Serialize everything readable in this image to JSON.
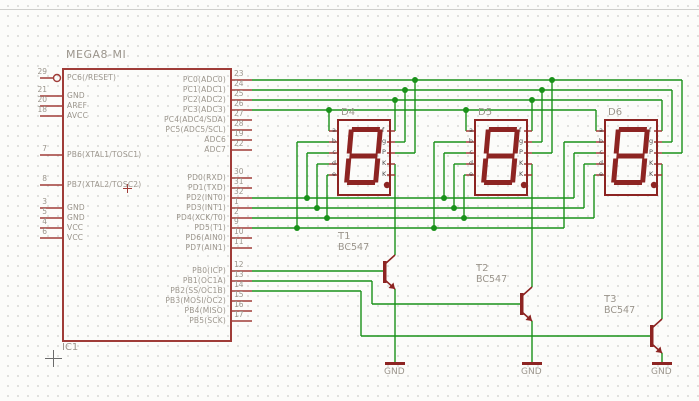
{
  "ic": {
    "name": "MEGA8-MI",
    "ref": "IC1",
    "left_pins": [
      {
        "num": "29",
        "label": "PC6(/RESET)"
      },
      {
        "num": "21",
        "label": "GND"
      },
      {
        "num": "20",
        "label": "AREF"
      },
      {
        "num": "18",
        "label": "AVCC"
      },
      {
        "num": "7",
        "label": "PB6(XTAL1/TOSC1)"
      },
      {
        "num": "8",
        "label": "PB7(XTAL2/TOSC2)"
      },
      {
        "num": "3",
        "label": "GND"
      },
      {
        "num": "5",
        "label": "GND"
      },
      {
        "num": "4",
        "label": "VCC"
      },
      {
        "num": "6",
        "label": "VCC"
      }
    ],
    "right_pins": [
      {
        "num": "23",
        "label": "PC0(ADC0)"
      },
      {
        "num": "24",
        "label": "PC1(ADC1)"
      },
      {
        "num": "25",
        "label": "PC2(ADC2)"
      },
      {
        "num": "26",
        "label": "PC3(ADC3)"
      },
      {
        "num": "27",
        "label": "PC4(ADC4/SDA)"
      },
      {
        "num": "28",
        "label": "PC5(ADC5/SCL)"
      },
      {
        "num": "19",
        "label": "ADC6"
      },
      {
        "num": "22",
        "label": "ADC7"
      },
      {
        "num": "30",
        "label": "PD0(RXD)"
      },
      {
        "num": "31",
        "label": "PD1(TXD)"
      },
      {
        "num": "32",
        "label": "PD2(INT0)"
      },
      {
        "num": "1",
        "label": "PD3(INT1)"
      },
      {
        "num": "2",
        "label": "PD4(XCK/T0)"
      },
      {
        "num": "9",
        "label": "PD5(T1)"
      },
      {
        "num": "10",
        "label": "PD6(AIN0)"
      },
      {
        "num": "11",
        "label": "PD7(AIN1)"
      },
      {
        "num": "12",
        "label": "PB0(ICP)"
      },
      {
        "num": "13",
        "label": "PB1(OC1A)"
      },
      {
        "num": "14",
        "label": "PB2(SS/OC1B)"
      },
      {
        "num": "15",
        "label": "PB3(MOSI/OC2)"
      },
      {
        "num": "16",
        "label": "PB4(MISO)"
      },
      {
        "num": "17",
        "label": "PB5(SCK)"
      }
    ]
  },
  "displays": [
    {
      "ref": "D4",
      "left_pin_labels": [
        "a",
        "b",
        "c",
        "d",
        "e"
      ],
      "right_pin_labels": [
        "f",
        "g",
        "P",
        "K",
        "K"
      ]
    },
    {
      "ref": "D5",
      "left_pin_labels": [
        "a",
        "b",
        "c",
        "d",
        "e"
      ],
      "right_pin_labels": [
        "f",
        "g",
        "P",
        "K",
        "K"
      ]
    },
    {
      "ref": "D6",
      "left_pin_labels": [
        "a",
        "b",
        "c",
        "d",
        "e"
      ],
      "right_pin_labels": [
        "f",
        "g",
        "P",
        "K",
        "K"
      ]
    }
  ],
  "transistors": [
    {
      "ref": "T1",
      "value": "BC547"
    },
    {
      "ref": "T2",
      "value": "BC547"
    },
    {
      "ref": "T3",
      "value": "BC547"
    }
  ],
  "grounds": [
    {
      "label": "GND"
    },
    {
      "label": "GND"
    },
    {
      "label": "GND"
    }
  ],
  "colors": {
    "wire": "#199119",
    "part": "#a03c38",
    "segment": "#8d2422",
    "text": "#9b958c"
  }
}
